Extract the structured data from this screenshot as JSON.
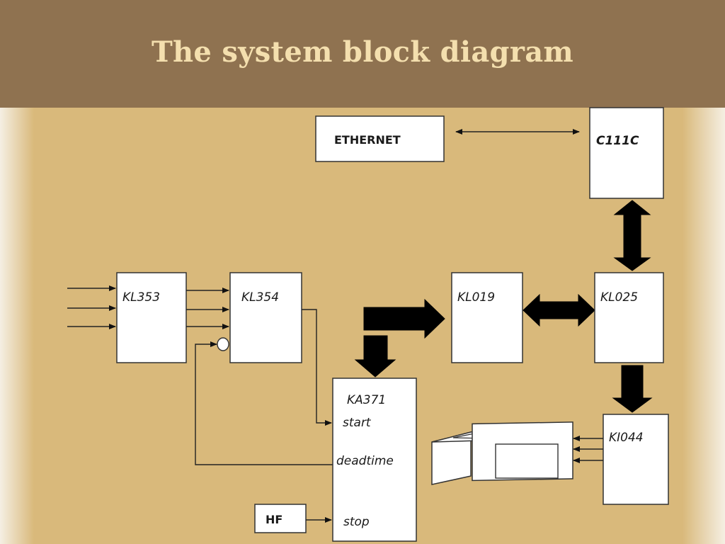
{
  "title": "The system block diagram",
  "blocks": {
    "ethernet": "ETHERNET",
    "c111c": "C111C",
    "kl353": "KL353",
    "kl354": "KL354",
    "kl019": "KL019",
    "kl025": "KL025",
    "ka371": "KA371",
    "ki044": "KI044",
    "hf": "HF"
  },
  "ports": {
    "start": "start",
    "deadtime": "deadtime",
    "stop": "stop"
  },
  "colors": {
    "header_bg": "#8f7250",
    "title_text": "#f4dfae",
    "content_bg": "#d9b97b",
    "block_fill": "#ffffff"
  }
}
